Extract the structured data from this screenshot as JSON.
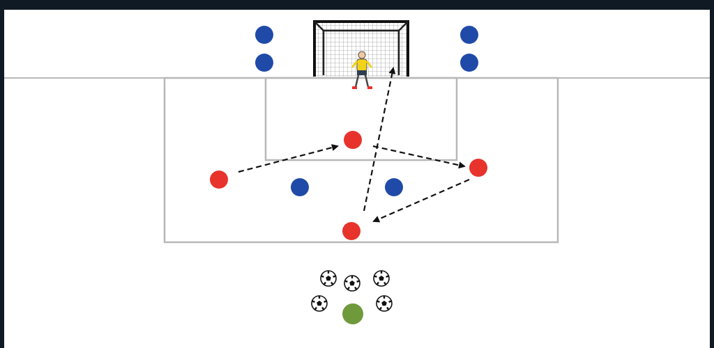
{
  "diagram": {
    "colors": {
      "frame": "#0f1a24",
      "field": "#ffffff",
      "lines": "#b8b8b8",
      "red_player": "#e8322c",
      "blue_player": "#1f4aa8",
      "coach": "#6e9a3c",
      "keeper_shirt": "#f2d21b",
      "pass_arrow": "#111111"
    },
    "elements": {
      "goal": "goal-with-net",
      "goalkeeper": "goalkeeper-figure",
      "ball_icon": "soccer-ball-icon"
    },
    "counts": {
      "red_players": 4,
      "blue_players": 6,
      "balls": 5,
      "coach_markers": 1,
      "pass_arrows": 4
    },
    "pass_sequence": [
      {
        "from": "red-left",
        "to": "red-top-center"
      },
      {
        "from": "red-top-center",
        "to": "red-right"
      },
      {
        "from": "red-right",
        "to": "red-bottom-center"
      },
      {
        "from": "red-bottom-center",
        "to": "goal"
      }
    ]
  }
}
